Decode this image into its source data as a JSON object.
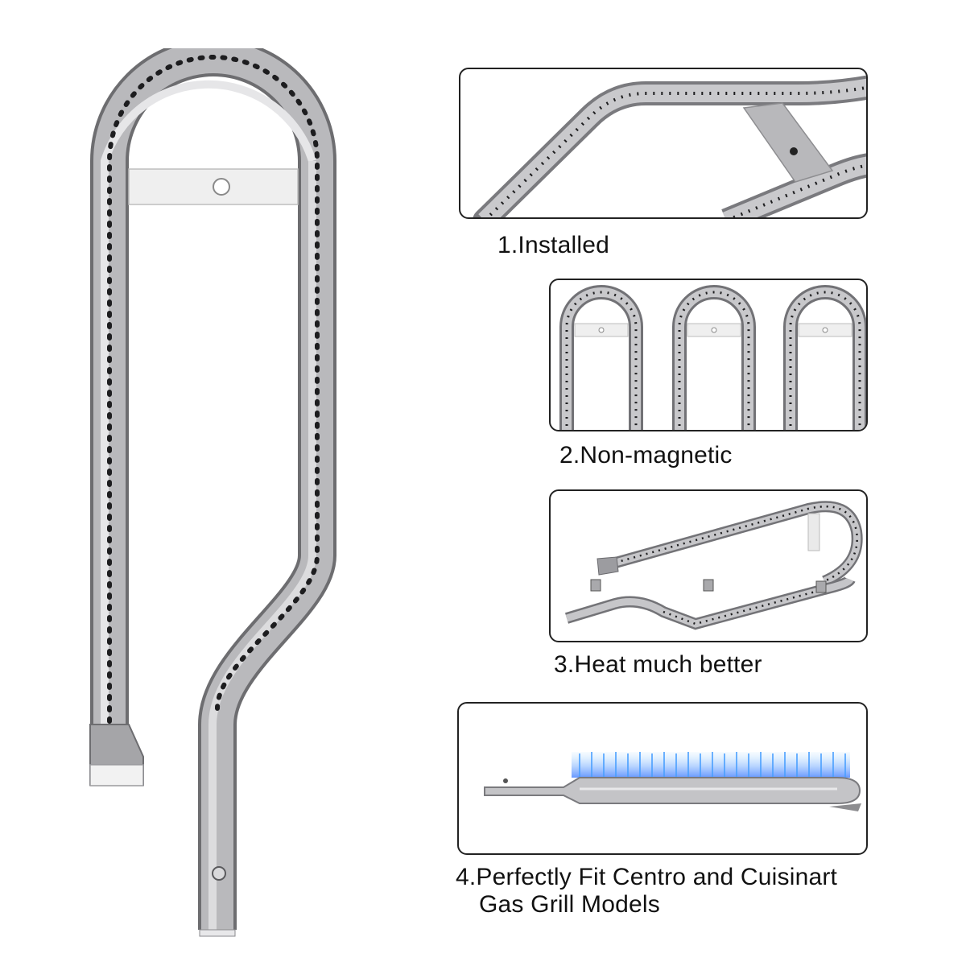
{
  "features": [
    {
      "caption": "1.Installed"
    },
    {
      "caption": "2.Non-magnetic"
    },
    {
      "caption": "3.Heat much better"
    },
    {
      "caption_line1": "4.Perfectly Fit Centro and Cuisinart",
      "caption_line2": "Gas Grill Models"
    }
  ],
  "colors": {
    "steel": "#a9a9ab",
    "steel_dark": "#6f6f72",
    "steel_light": "#e4e4e6",
    "frame": "#222222",
    "flame": "#3d8bff"
  },
  "icons": {
    "hero": "burner-tube-image",
    "p1": "installed-burner-image",
    "p2": "three-burners-image",
    "p3": "burner-parts-image",
    "p4": "burner-flame-image"
  }
}
